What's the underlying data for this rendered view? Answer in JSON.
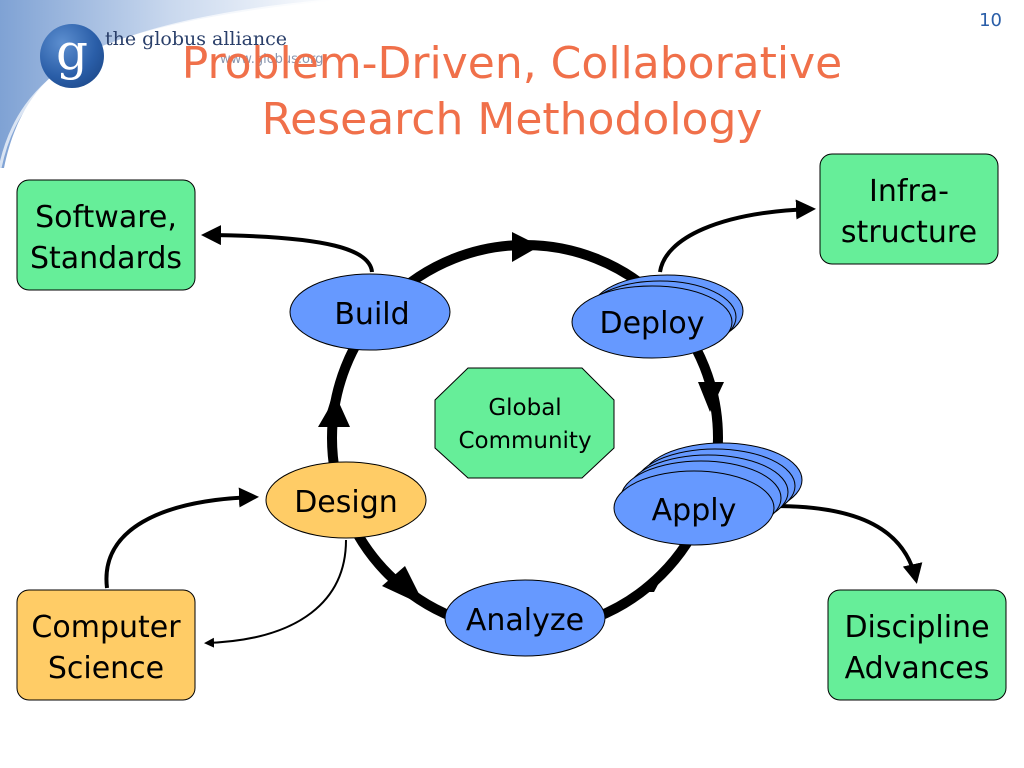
{
  "header": {
    "logo_text": "the globus alliance",
    "logo_url": "www.globus.org",
    "logo_letter": "g",
    "slide_number": "10"
  },
  "title": {
    "line1": "Problem-Driven, Collaborative",
    "line2": "Research Methodology"
  },
  "cycle_nodes": {
    "build": "Build",
    "deploy": "Deploy",
    "apply": "Apply",
    "analyze": "Analyze",
    "design": "Design"
  },
  "center": {
    "line1": "Global",
    "line2": "Community"
  },
  "outputs": {
    "software_line1": "Software,",
    "software_line2": "Standards",
    "infra_line1": "Infra-",
    "infra_line2": "structure",
    "discipline_line1": "Discipline",
    "discipline_line2": "Advances",
    "cs_line1": "Computer",
    "cs_line2": "Science"
  },
  "colors": {
    "title": "#f0704a",
    "output_box": "#66ee99",
    "input_box": "#ffcc66",
    "cycle_node": "#6699ff",
    "design_node": "#ffcc66",
    "center_octagon": "#66ee99",
    "logo": "#2a5ea8"
  }
}
